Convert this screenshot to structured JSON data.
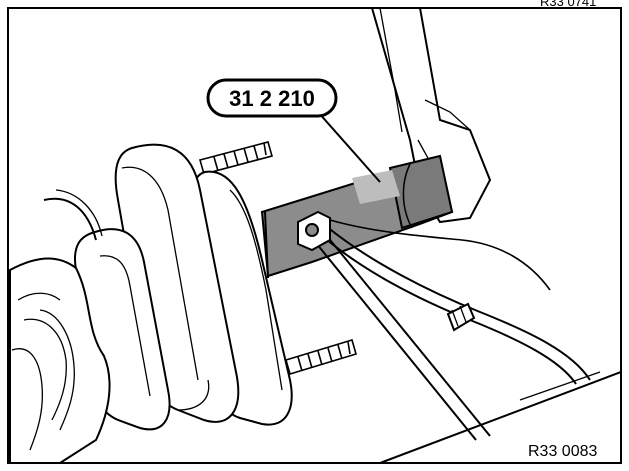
{
  "diagram": {
    "tool_callout": "31 2 210",
    "figure_reference": "R33 0083",
    "top_right_reference_fragment": "R33 0741",
    "colors": {
      "line": "#000000",
      "tool_fill": "#8c8c8c",
      "tool_highlight": "#bdbdbd",
      "background": "#ffffff"
    }
  }
}
